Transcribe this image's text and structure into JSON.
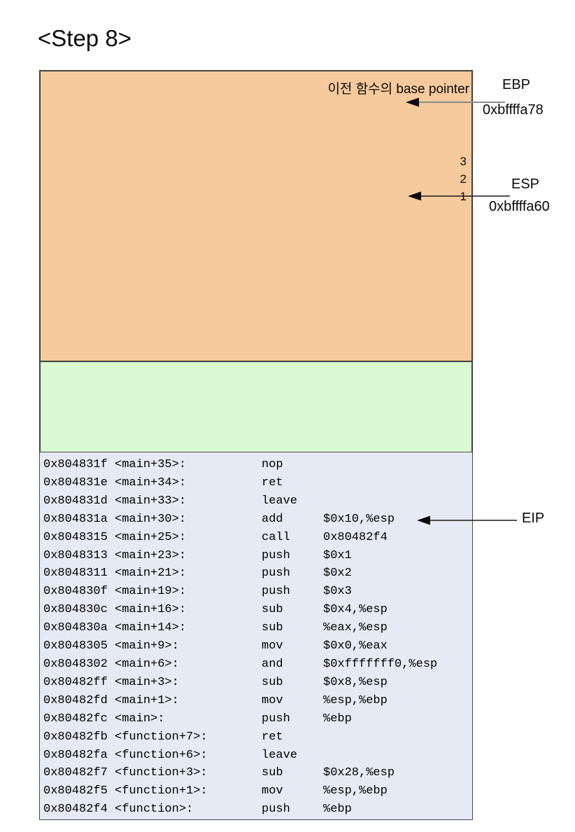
{
  "title": "<Step 8>",
  "stack_diagram": {
    "prev_frame": {
      "label": "이전 함수의 base pointer",
      "pushed_values": [
        "3",
        "2",
        "1"
      ],
      "color": "#f6ca9d"
    },
    "current_frame": {
      "color": "#d9fad2"
    },
    "registers": {
      "ebp": {
        "name": "EBP",
        "address": "0xbffffa78"
      },
      "esp": {
        "name": "ESP",
        "address": "0xbffffa60"
      },
      "eip": {
        "name": "EIP"
      }
    }
  },
  "asm": {
    "color": "#e6eaf4",
    "lines": [
      {
        "addr": "0x804831f <main+35>:",
        "mnem": "nop",
        "args": ""
      },
      {
        "addr": "0x804831e <main+34>:",
        "mnem": "ret",
        "args": ""
      },
      {
        "addr": "0x804831d <main+33>:",
        "mnem": "leave",
        "args": ""
      },
      {
        "addr": "0x804831a <main+30>:",
        "mnem": "add",
        "args": "$0x10,%esp"
      },
      {
        "addr": "0x8048315 <main+25>:",
        "mnem": "call",
        "args": "0x80482f4"
      },
      {
        "addr": "0x8048313 <main+23>:",
        "mnem": "push",
        "args": "$0x1"
      },
      {
        "addr": "0x8048311 <main+21>:",
        "mnem": "push",
        "args": "$0x2"
      },
      {
        "addr": "0x804830f <main+19>:",
        "mnem": "push",
        "args": "$0x3"
      },
      {
        "addr": "0x804830c <main+16>:",
        "mnem": "sub",
        "args": "$0x4,%esp"
      },
      {
        "addr": "0x804830a <main+14>:",
        "mnem": "sub",
        "args": "%eax,%esp"
      },
      {
        "addr": "0x8048305 <main+9>:",
        "mnem": "mov",
        "args": "$0x0,%eax"
      },
      {
        "addr": "0x8048302 <main+6>:",
        "mnem": "and",
        "args": "$0xfffffff0,%esp"
      },
      {
        "addr": "0x80482ff <main+3>:",
        "mnem": "sub",
        "args": "$0x8,%esp"
      },
      {
        "addr": "0x80482fd <main+1>:",
        "mnem": "mov",
        "args": "%esp,%ebp"
      },
      {
        "addr": "0x80482fc <main>:",
        "mnem": "push",
        "args": "%ebp"
      },
      {
        "addr": "0x80482fb <function+7>:",
        "mnem": "ret",
        "args": ""
      },
      {
        "addr": "0x80482fa <function+6>:",
        "mnem": "leave",
        "args": ""
      },
      {
        "addr": "0x80482f7 <function+3>:",
        "mnem": "sub",
        "args": "$0x28,%esp"
      },
      {
        "addr": "0x80482f5 <function+1>:",
        "mnem": "mov",
        "args": "%esp,%ebp"
      },
      {
        "addr": "0x80482f4 <function>:",
        "mnem": "push",
        "args": "%ebp"
      }
    ]
  }
}
